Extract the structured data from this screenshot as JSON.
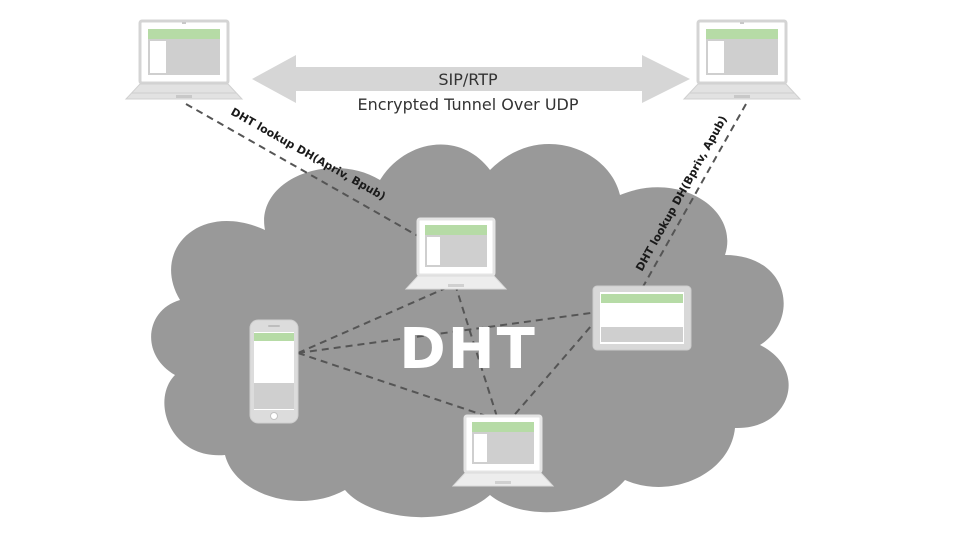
{
  "tunnel": {
    "protocol_label": "SIP/RTP",
    "description_label": "Encrypted Tunnel Over UDP"
  },
  "lookups": {
    "left": "DHT lookup DH(Apriv, Bpub)",
    "right": "DHT lookup DH(Bpriv, Apub)"
  },
  "cloud": {
    "title": "DHT"
  },
  "nodes": {
    "peer_a": "laptop-icon",
    "peer_b": "laptop-icon",
    "dht_laptop_top": "laptop-icon",
    "dht_laptop_bottom": "laptop-icon",
    "dht_phone": "smartphone-icon",
    "dht_tablet": "tablet-icon"
  },
  "colors": {
    "cloud": "#999999",
    "device_frame": "#d9d9d9",
    "screen_header": "#b6dba6",
    "screen_body": "#cfcfcf",
    "link": "#555555",
    "arrow": "#d6d6d6"
  }
}
